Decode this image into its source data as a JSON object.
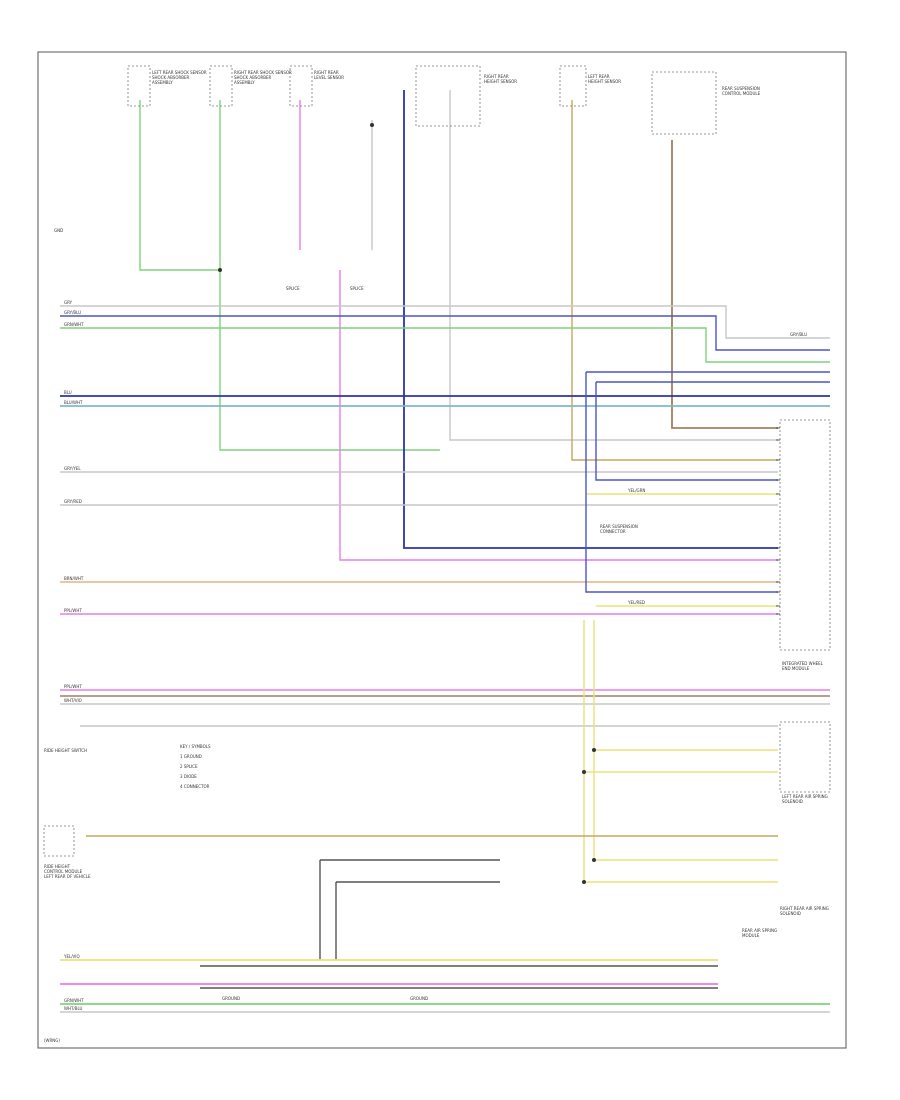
{
  "page_label": "(WRNG)",
  "components": [
    {
      "id": "ground-top-left",
      "label": "GND"
    },
    {
      "id": "left-shock-sensor",
      "label": "LEFT REAR SHOCK SENSOR\nSHOCK ABSORBER\nASSEMBLY"
    },
    {
      "id": "right-shock-sensor",
      "label": "RIGHT REAR SHOCK SENSOR\nSHOCK ABSORBER\nASSEMBLY"
    },
    {
      "id": "splice-a",
      "label": "SPLICE"
    },
    {
      "id": "splice-b",
      "label": "SPLICE"
    },
    {
      "id": "right-level-sensor",
      "label": "RIGHT REAR\nLEVEL SENSOR"
    },
    {
      "id": "right-height-sensor",
      "label": "RIGHT REAR\nHEIGHT SENSOR"
    },
    {
      "id": "left-height-sensor",
      "label": "LEFT REAR\nHEIGHT SENSOR"
    },
    {
      "id": "rear-control-module",
      "label": "REAR SUSPENSION\nCONTROL MODULE"
    },
    {
      "id": "front-module",
      "label": "INTEGRATED WHEEL\nEND MODULE"
    },
    {
      "id": "ground-g1",
      "label": "GROUND"
    },
    {
      "id": "ground-g2",
      "label": "GROUND"
    },
    {
      "id": "left-rear-air-spring",
      "label": "LEFT REAR AIR SPRING\nSOLENOID"
    },
    {
      "id": "right-rear-air-spring",
      "label": "RIGHT REAR AIR SPRING\nSOLENOID"
    },
    {
      "id": "rear-air-spring-module",
      "label": "REAR AIR SPRING\nMODULE"
    },
    {
      "id": "rear-suspension-connector",
      "label": "REAR SUSPENSION\nCONNECTOR"
    },
    {
      "id": "ride-height-sw",
      "label": "RIDE HEIGHT SWITCH"
    },
    {
      "id": "ride-height-module",
      "label": "RIDE HEIGHT\nCONTROL MODULE\nLEFT REAR OF VEHICLE"
    }
  ],
  "legend": {
    "title": "KEY / SYMBOLS",
    "items": [
      "1  GROUND",
      "2  SPLICE",
      "3  DIODE",
      "4  CONNECTOR"
    ]
  },
  "wire_labels": [
    "GRY",
    "GRY/BLU",
    "GRN/WHT",
    "BLU",
    "BLU/WHT",
    "GRY/YEL",
    "GRY/RED",
    "BRN/WHT",
    "PPL/WHT",
    "PPL/WHT",
    "WHT/VIO",
    "GRY/BLU",
    "YEL/GRN",
    "YEL/RED",
    "YEL/VIO",
    "GRN/WHT",
    "WHT/BLU"
  ],
  "colors": {
    "gray": "#c7c7c7",
    "blue": "#4a56c8",
    "blue_dark": "#2b35a8",
    "cyan": "#7fb8cc",
    "green": "#7ed27a",
    "pink": "#e87de8",
    "orange": "#e8b184",
    "yellow": "#e8e27a",
    "tan": "#c7a85a",
    "black": "#555555",
    "brown": "#a08060"
  }
}
